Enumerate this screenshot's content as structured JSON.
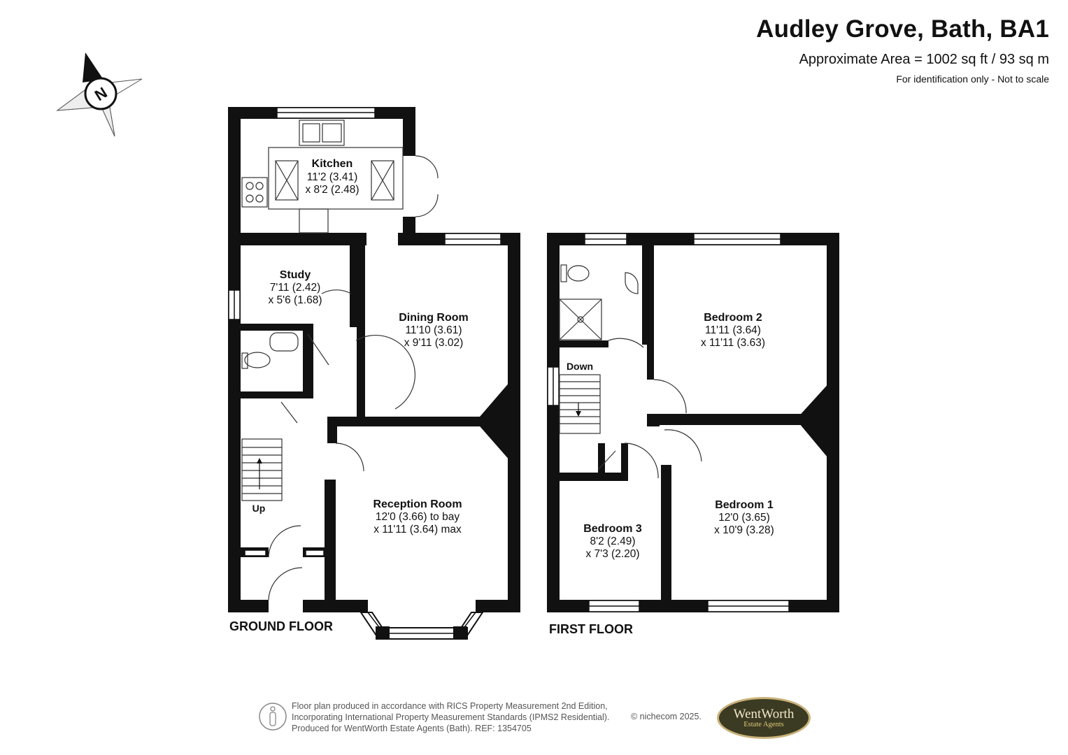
{
  "header": {
    "title": "Audley Grove, Bath, BA1",
    "area": "Approximate Area = 1002 sq ft / 93 sq m",
    "note": "For identification only - Not to scale"
  },
  "compass": {
    "label": "N"
  },
  "ground_floor": {
    "label": "GROUND FLOOR",
    "rooms": {
      "kitchen": {
        "name": "Kitchen",
        "dim1": "11'2 (3.41)",
        "dim2": "x 8'2 (2.48)"
      },
      "study": {
        "name": "Study",
        "dim1": "7'11 (2.42)",
        "dim2": "x 5'6 (1.68)"
      },
      "dining": {
        "name": "Dining Room",
        "dim1": "11'10 (3.61)",
        "dim2": "x 9'11 (3.02)"
      },
      "reception": {
        "name": "Reception Room",
        "dim1": "12'0 (3.66) to bay",
        "dim2": "x 11'11 (3.64) max"
      }
    },
    "stairs_label": "Up"
  },
  "first_floor": {
    "label": "FIRST FLOOR",
    "rooms": {
      "bedroom2": {
        "name": "Bedroom 2",
        "dim1": "11'11 (3.64)",
        "dim2": "x 11'11 (3.63)"
      },
      "bedroom1": {
        "name": "Bedroom 1",
        "dim1": "12'0 (3.65)",
        "dim2": "x 10'9 (3.28)"
      },
      "bedroom3": {
        "name": "Bedroom 3",
        "dim1": "8'2 (2.49)",
        "dim2": "x 7'3 (2.20)"
      }
    },
    "stairs_label": "Down"
  },
  "footer": {
    "line1": "Floor plan produced in accordance with RICS Property Measurement 2nd Edition,",
    "line2": "Incorporating International Property Measurement Standards (IPMS2 Residential).",
    "line3": "Produced for WentWorth Estate Agents (Bath).   REF:  1354705",
    "copyright": "© nichecom 2025.",
    "logo_name": "WentWorth",
    "logo_sub": "Estate Agents"
  }
}
